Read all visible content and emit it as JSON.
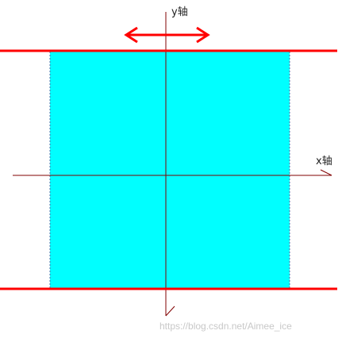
{
  "labels": {
    "y_axis": "y轴",
    "x_axis": "x轴"
  },
  "watermark": "https://blog.csdn.net/Aimee_ice",
  "colors": {
    "fill": "#00ffff",
    "boundary": "#ff0000",
    "axis": "#800000",
    "arrow": "#ff0000",
    "fill_edge": "#4a6fa8"
  }
}
